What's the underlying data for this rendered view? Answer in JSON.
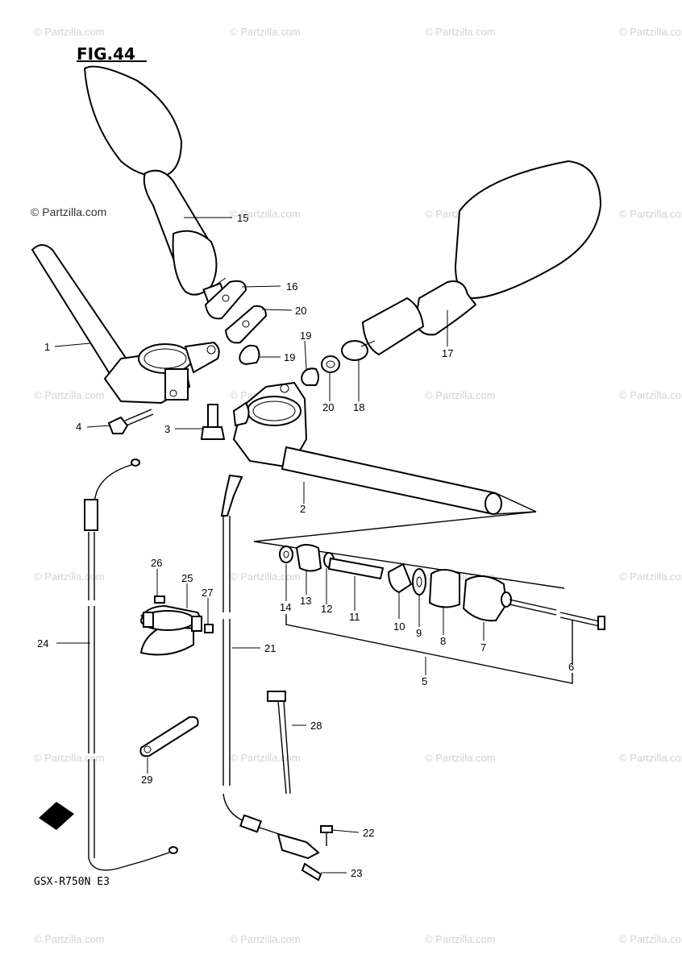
{
  "figure": {
    "title": "FIG.44",
    "model": "GSX-R750N  E3",
    "watermark_main": "© Partzilla.com",
    "watermark_repeat": "© Partzilla.com",
    "fwd_label": "FWD"
  },
  "callouts": [
    "1",
    "2",
    "3",
    "4",
    "5",
    "6",
    "7",
    "8",
    "9",
    "10",
    "11",
    "12",
    "13",
    "14",
    "15",
    "16",
    "17",
    "18",
    "19",
    "19",
    "20",
    "20",
    "21",
    "22",
    "23",
    "24",
    "25",
    "26",
    "27",
    "28",
    "29"
  ]
}
